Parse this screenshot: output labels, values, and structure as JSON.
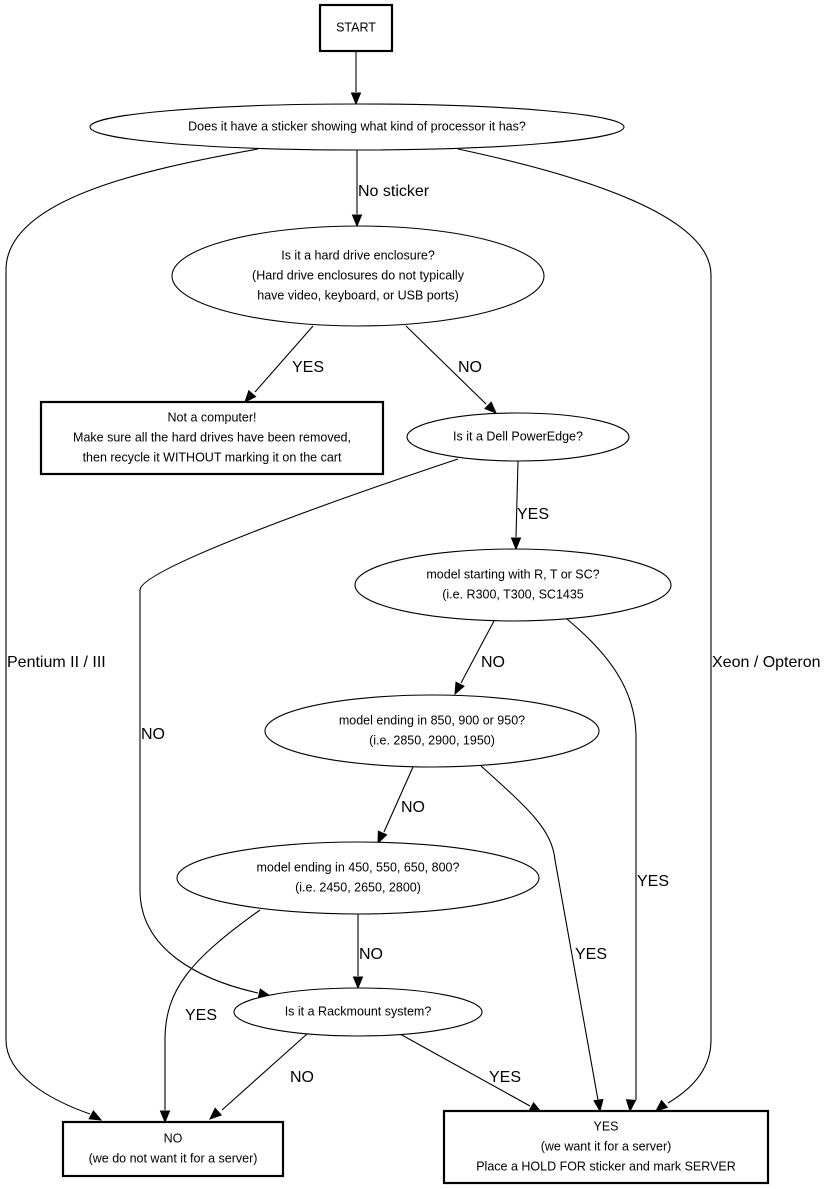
{
  "diagram": {
    "type": "flowchart",
    "nodes": {
      "start": {
        "shape": "box",
        "lines": [
          "START"
        ]
      },
      "sticker": {
        "shape": "ellipse",
        "lines": [
          "Does it have a sticker showing what kind of processor it has?"
        ]
      },
      "enclosure": {
        "shape": "ellipse",
        "lines": [
          "Is it a hard drive enclosure?",
          "(Hard drive enclosures do not typically",
          "have video, keyboard, or USB ports)"
        ]
      },
      "not_computer": {
        "shape": "box",
        "lines": [
          "Not a computer!",
          "Make sure all the hard drives have been removed,",
          "then recycle it WITHOUT marking it on the cart"
        ]
      },
      "poweredge": {
        "shape": "ellipse",
        "lines": [
          "Is it a Dell PowerEdge?"
        ]
      },
      "rtsc": {
        "shape": "ellipse",
        "lines": [
          "model starting with R, T or SC?",
          "(i.e. R300, T300, SC1435"
        ]
      },
      "m850": {
        "shape": "ellipse",
        "lines": [
          "model ending in 850, 900 or 950?",
          "(i.e. 2850, 2900, 1950)"
        ]
      },
      "m450": {
        "shape": "ellipse",
        "lines": [
          "model ending in 450, 550, 650, 800?",
          "(i.e. 2450, 2650, 2800)"
        ]
      },
      "rackmount": {
        "shape": "ellipse",
        "lines": [
          "Is it a Rackmount system?"
        ]
      },
      "no_server": {
        "shape": "box",
        "lines": [
          "NO",
          "(we do not want it for a server)"
        ]
      },
      "yes_server": {
        "shape": "box",
        "lines": [
          "YES",
          "(we want it for a server)",
          "Place a HOLD FOR sticker and mark SERVER"
        ]
      }
    },
    "edges": [
      {
        "id": "start-sticker",
        "from": "start",
        "to": "sticker",
        "label": ""
      },
      {
        "id": "sticker-enclosure",
        "from": "sticker",
        "to": "enclosure",
        "label": "No sticker"
      },
      {
        "id": "sticker-no",
        "from": "sticker",
        "to": "no_server",
        "label": "Pentium II / III"
      },
      {
        "id": "sticker-yes",
        "from": "sticker",
        "to": "yes_server",
        "label": "Xeon / Opteron"
      },
      {
        "id": "enclosure-notcomp",
        "from": "enclosure",
        "to": "not_computer",
        "label": "YES"
      },
      {
        "id": "enclosure-poweredge",
        "from": "enclosure",
        "to": "poweredge",
        "label": "NO"
      },
      {
        "id": "poweredge-rtsc",
        "from": "poweredge",
        "to": "rtsc",
        "label": "YES"
      },
      {
        "id": "poweredge-rackmount",
        "from": "poweredge",
        "to": "rackmount",
        "label": "NO"
      },
      {
        "id": "rtsc-m850",
        "from": "rtsc",
        "to": "m850",
        "label": "NO"
      },
      {
        "id": "rtsc-yes",
        "from": "rtsc",
        "to": "yes_server",
        "label": "YES"
      },
      {
        "id": "m850-m450",
        "from": "m850",
        "to": "m450",
        "label": "NO"
      },
      {
        "id": "m850-yes",
        "from": "m850",
        "to": "yes_server",
        "label": "YES"
      },
      {
        "id": "m450-rackmount",
        "from": "m450",
        "to": "rackmount",
        "label": "NO"
      },
      {
        "id": "m450-no",
        "from": "m450",
        "to": "no_server",
        "label": "YES"
      },
      {
        "id": "rackmount-no",
        "from": "rackmount",
        "to": "no_server",
        "label": "NO"
      },
      {
        "id": "rackmount-yes",
        "from": "rackmount",
        "to": "yes_server",
        "label": "YES"
      }
    ]
  }
}
